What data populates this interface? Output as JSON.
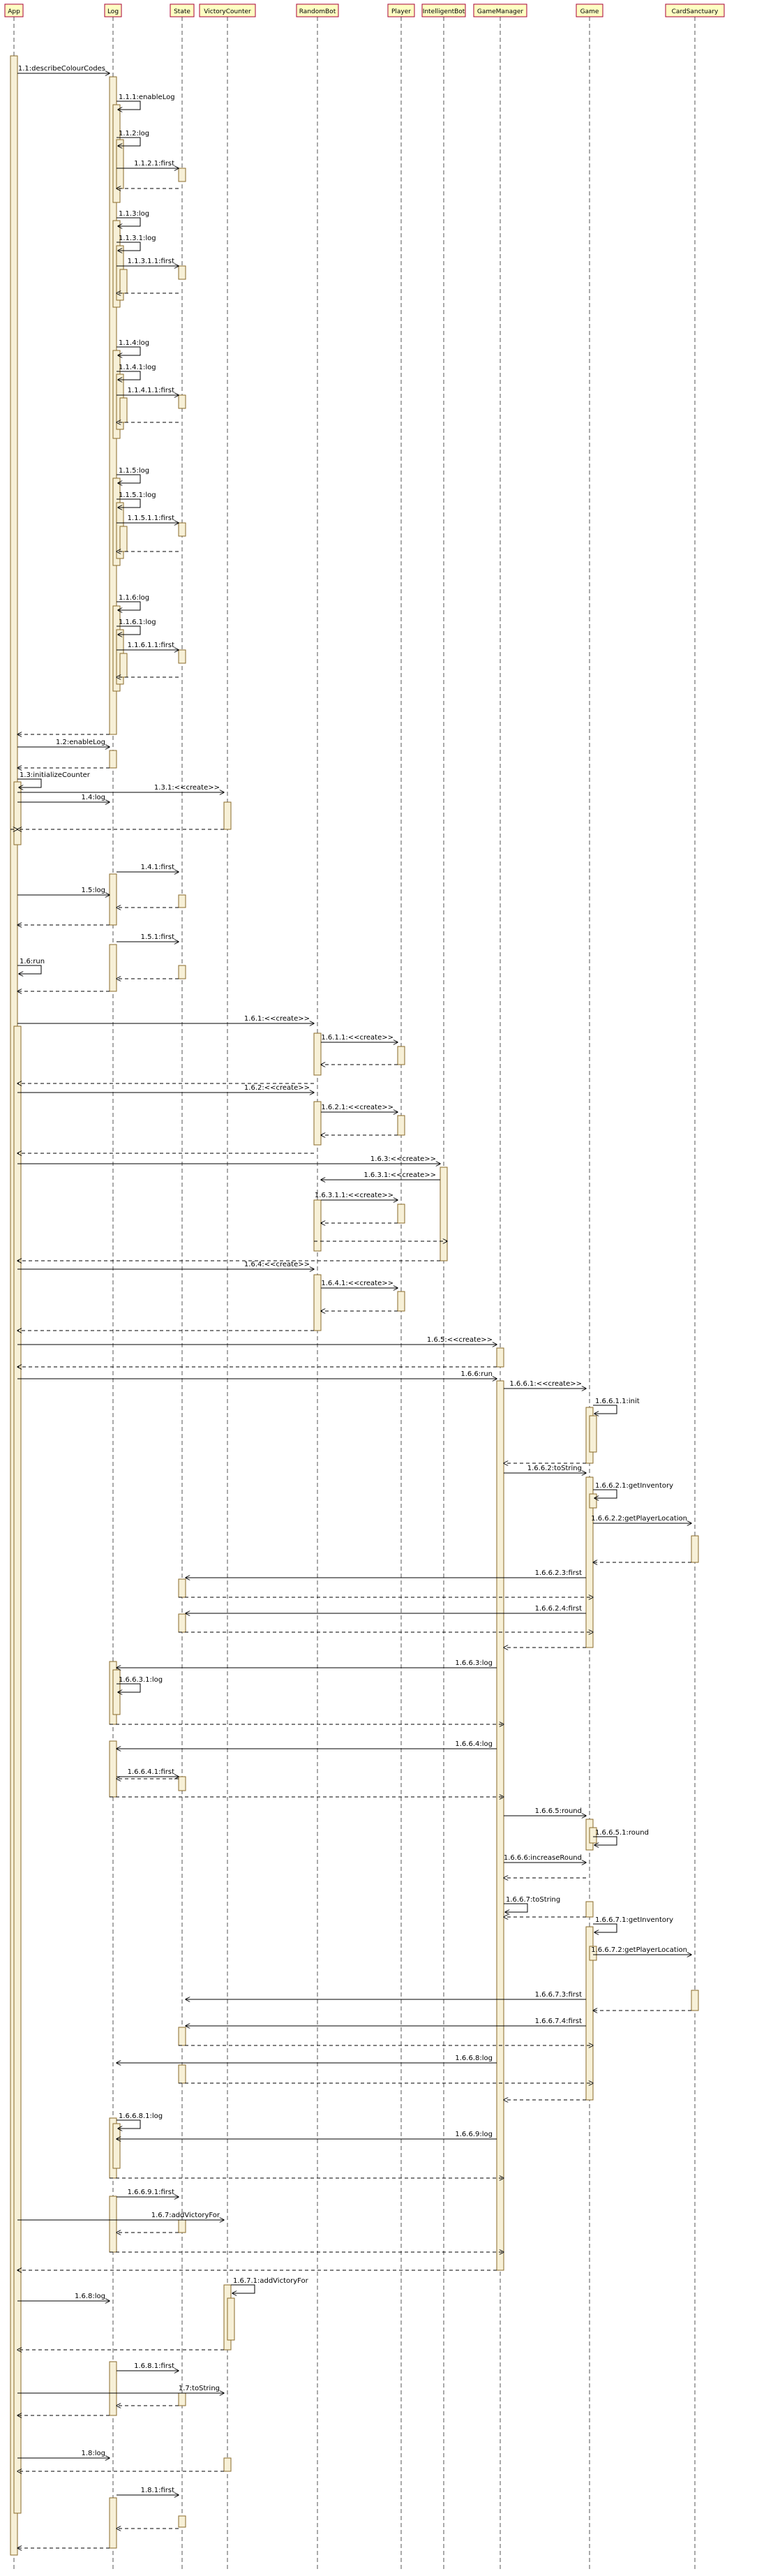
{
  "participants": [
    "App",
    "Log",
    "State",
    "VictoryCounter",
    "RandomBot",
    "Player",
    "IntelligentBot",
    "GameManager",
    "Game",
    "CardSanctuary"
  ],
  "messages": [
    {
      "from": "App",
      "to": "Log",
      "label": "1.1:describeColourCodes"
    },
    {
      "from": "Log",
      "to": "Log",
      "label": "1.1.1:enableLog"
    },
    {
      "from": "Log",
      "to": "Log",
      "label": "1.1.2:log"
    },
    {
      "from": "Log",
      "to": "State",
      "label": "1.1.2.1:first"
    },
    {
      "from": "Log",
      "to": "Log",
      "label": "1.1.3:log"
    },
    {
      "from": "Log",
      "to": "Log",
      "label": "1.1.3.1:log"
    },
    {
      "from": "Log",
      "to": "State",
      "label": "1.1.3.1.1:first"
    },
    {
      "from": "Log",
      "to": "Log",
      "label": "1.1.4:log"
    },
    {
      "from": "Log",
      "to": "Log",
      "label": "1.1.4.1:log"
    },
    {
      "from": "Log",
      "to": "State",
      "label": "1.1.4.1.1:first"
    },
    {
      "from": "Log",
      "to": "Log",
      "label": "1.1.5:log"
    },
    {
      "from": "Log",
      "to": "Log",
      "label": "1.1.5.1:log"
    },
    {
      "from": "Log",
      "to": "State",
      "label": "1.1.5.1.1:first"
    },
    {
      "from": "Log",
      "to": "Log",
      "label": "1.1.6:log"
    },
    {
      "from": "Log",
      "to": "Log",
      "label": "1.1.6.1:log"
    },
    {
      "from": "Log",
      "to": "State",
      "label": "1.1.6.1.1:first"
    },
    {
      "from": "App",
      "to": "Log",
      "label": "1.2:enableLog"
    },
    {
      "from": "App",
      "to": "App",
      "label": "1.3:initializeCounter"
    },
    {
      "from": "App",
      "to": "VictoryCounter",
      "label": "1.3.1:<<create>>"
    },
    {
      "from": "App",
      "to": "Log",
      "label": "1.4:log"
    },
    {
      "from": "Log",
      "to": "State",
      "label": "1.4.1:first"
    },
    {
      "from": "App",
      "to": "Log",
      "label": "1.5:log"
    },
    {
      "from": "Log",
      "to": "State",
      "label": "1.5.1:first"
    },
    {
      "from": "App",
      "to": "App",
      "label": "1.6:run"
    },
    {
      "from": "App",
      "to": "RandomBot",
      "label": "1.6.1:<<create>>"
    },
    {
      "from": "RandomBot",
      "to": "Player",
      "label": "1.6.1.1:<<create>>"
    },
    {
      "from": "App",
      "to": "RandomBot",
      "label": "1.6.2:<<create>>"
    },
    {
      "from": "RandomBot",
      "to": "Player",
      "label": "1.6.2.1:<<create>>"
    },
    {
      "from": "App",
      "to": "IntelligentBot",
      "label": "1.6.3:<<create>>"
    },
    {
      "from": "IntelligentBot",
      "to": "RandomBot",
      "label": "1.6.3.1:<<create>>"
    },
    {
      "from": "RandomBot",
      "to": "Player",
      "label": "1.6.3.1.1:<<create>>"
    },
    {
      "from": "App",
      "to": "RandomBot",
      "label": "1.6.4:<<create>>"
    },
    {
      "from": "RandomBot",
      "to": "Player",
      "label": "1.6.4.1:<<create>>"
    },
    {
      "from": "App",
      "to": "GameManager",
      "label": "1.6.5:<<create>>"
    },
    {
      "from": "App",
      "to": "GameManager",
      "label": "1.6.6:run"
    },
    {
      "from": "GameManager",
      "to": "Game",
      "label": "1.6.6.1:<<create>>"
    },
    {
      "from": "Game",
      "to": "Game",
      "label": "1.6.6.1.1:init"
    },
    {
      "from": "GameManager",
      "to": "Game",
      "label": "1.6.6.2:toString"
    },
    {
      "from": "Game",
      "to": "Game",
      "label": "1.6.6.2.1:getInventory"
    },
    {
      "from": "Game",
      "to": "CardSanctuary",
      "label": "1.6.6.2.2:getPlayerLocation"
    },
    {
      "from": "Game",
      "to": "State",
      "label": "1.6.6.2.3:first"
    },
    {
      "from": "Game",
      "to": "State",
      "label": "1.6.6.2.4:first"
    },
    {
      "from": "GameManager",
      "to": "Log",
      "label": "1.6.6.3:log"
    },
    {
      "from": "Log",
      "to": "Log",
      "label": "1.6.6.3.1:log"
    },
    {
      "from": "GameManager",
      "to": "Log",
      "label": "1.6.6.4:log"
    },
    {
      "from": "Log",
      "to": "State",
      "label": "1.6.6.4.1:first"
    },
    {
      "from": "GameManager",
      "to": "Game",
      "label": "1.6.6.5:round"
    },
    {
      "from": "Game",
      "to": "Game",
      "label": "1.6.6.5.1:round"
    },
    {
      "from": "GameManager",
      "to": "Game",
      "label": "1.6.6.6:increaseRound"
    },
    {
      "from": "GameManager",
      "to": "Game",
      "label": "1.6.6.7:toString"
    },
    {
      "from": "Game",
      "to": "Game",
      "label": "1.6.6.7.1:getInventory"
    },
    {
      "from": "Game",
      "to": "CardSanctuary",
      "label": "1.6.6.7.2:getPlayerLocation"
    },
    {
      "from": "Game",
      "to": "State",
      "label": "1.6.6.7.3:first"
    },
    {
      "from": "Game",
      "to": "State",
      "label": "1.6.6.7.4:first"
    },
    {
      "from": "GameManager",
      "to": "Log",
      "label": "1.6.6.8:log"
    },
    {
      "from": "Log",
      "to": "Log",
      "label": "1.6.6.8.1:log"
    },
    {
      "from": "GameManager",
      "to": "Log",
      "label": "1.6.6.9:log"
    },
    {
      "from": "Log",
      "to": "State",
      "label": "1.6.6.9.1:first"
    },
    {
      "from": "App",
      "to": "VictoryCounter",
      "label": "1.6.7:addVictoryFor"
    },
    {
      "from": "VictoryCounter",
      "to": "VictoryCounter",
      "label": "1.6.7.1:addVictoryFor"
    },
    {
      "from": "App",
      "to": "Log",
      "label": "1.6.8:log"
    },
    {
      "from": "Log",
      "to": "State",
      "label": "1.6.8.1:first"
    },
    {
      "from": "App",
      "to": "VictoryCounter",
      "label": "1.7:toString"
    },
    {
      "from": "App",
      "to": "Log",
      "label": "1.8:log"
    },
    {
      "from": "Log",
      "to": "State",
      "label": "1.8.1:first"
    }
  ]
}
